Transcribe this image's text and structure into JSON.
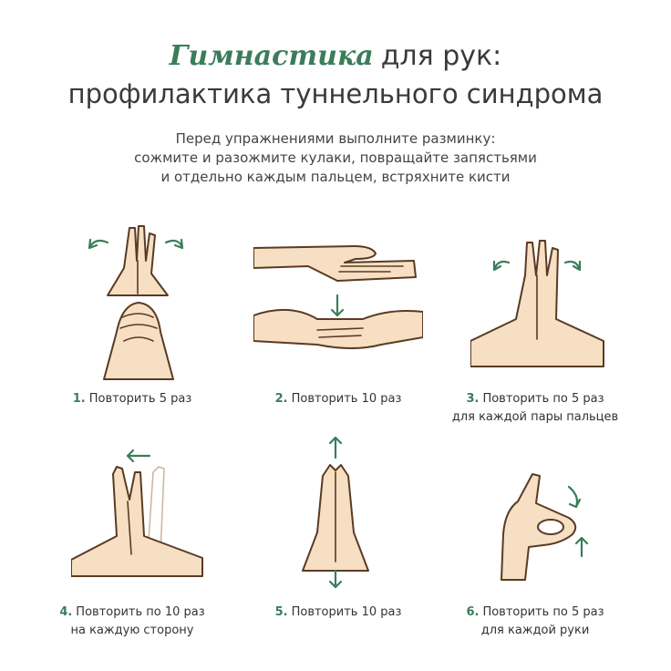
{
  "title": {
    "accent": "Гимнастика",
    "rest": "для рук:",
    "line2": "профилактика туннельного синдрома"
  },
  "intro": [
    "Перед упражнениями выполните разминку:",
    "сожмите и разожмите кулаки, повращайте запястьями",
    "и отдельно каждым пальцем, встряхните кисти"
  ],
  "exercises": [
    {
      "num": "1.",
      "line1": "Повторить 5 раз",
      "line2": ""
    },
    {
      "num": "2.",
      "line1": "Повторить 10 раз",
      "line2": ""
    },
    {
      "num": "3.",
      "line1": "Повторить по 5 раз",
      "line2": "для каждой пары пальцев"
    },
    {
      "num": "4.",
      "line1": "Повторить по 10 раз",
      "line2": "на каждую сторону"
    },
    {
      "num": "5.",
      "line1": "Повторить 10 раз",
      "line2": ""
    },
    {
      "num": "6.",
      "line1": "Повторить по 5 раз",
      "line2": "для каждой руки"
    }
  ],
  "colors": {
    "accent": "#3a7d5a",
    "skin": "#f6dfc2",
    "outline": "#5b3a24",
    "text": "#3a3a3a"
  }
}
